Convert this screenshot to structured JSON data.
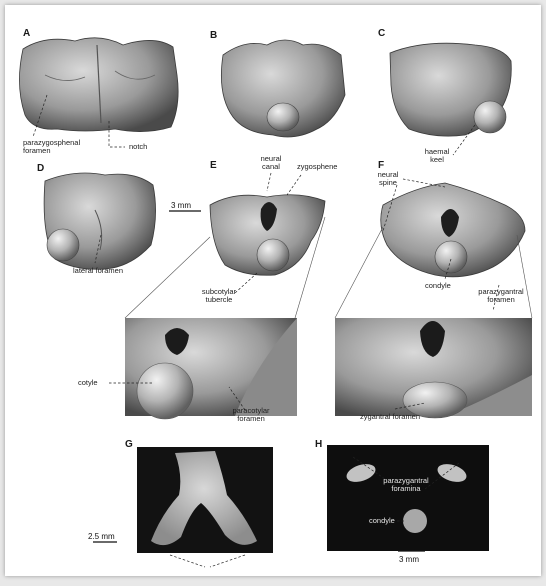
{
  "panels": {
    "a": "A",
    "b": "B",
    "c": "C",
    "d": "D",
    "e": "E",
    "f": "F",
    "g": "G",
    "h": "H"
  },
  "labels": {
    "parazygosphenal": [
      "parazygosphenal",
      "foramen"
    ],
    "notch": "notch",
    "haemal_keel": [
      "haemal",
      "keel"
    ],
    "neural_canal": [
      "neural",
      "canal"
    ],
    "zygosphene": "zygosphene",
    "neural_spine": [
      "neural",
      "spine"
    ],
    "lateral_foramen": "lateral foramen",
    "subcotylar_tubercle": [
      "subcotylar",
      "tubercle"
    ],
    "condyle_f": "condyle",
    "parazygantral": [
      "parazygantral",
      "foramen"
    ],
    "cotyle": "cotyle",
    "paracotylar": [
      "paracotylar",
      "foramen"
    ],
    "zygantral_foramen": "zygantral foramen",
    "parazygantral_foramina": [
      "parazygantral",
      "foramina"
    ],
    "condyle_h": "condyle"
  },
  "scale_bars": {
    "d": "3 mm",
    "g": "2.5 mm",
    "h": "3 mm"
  }
}
